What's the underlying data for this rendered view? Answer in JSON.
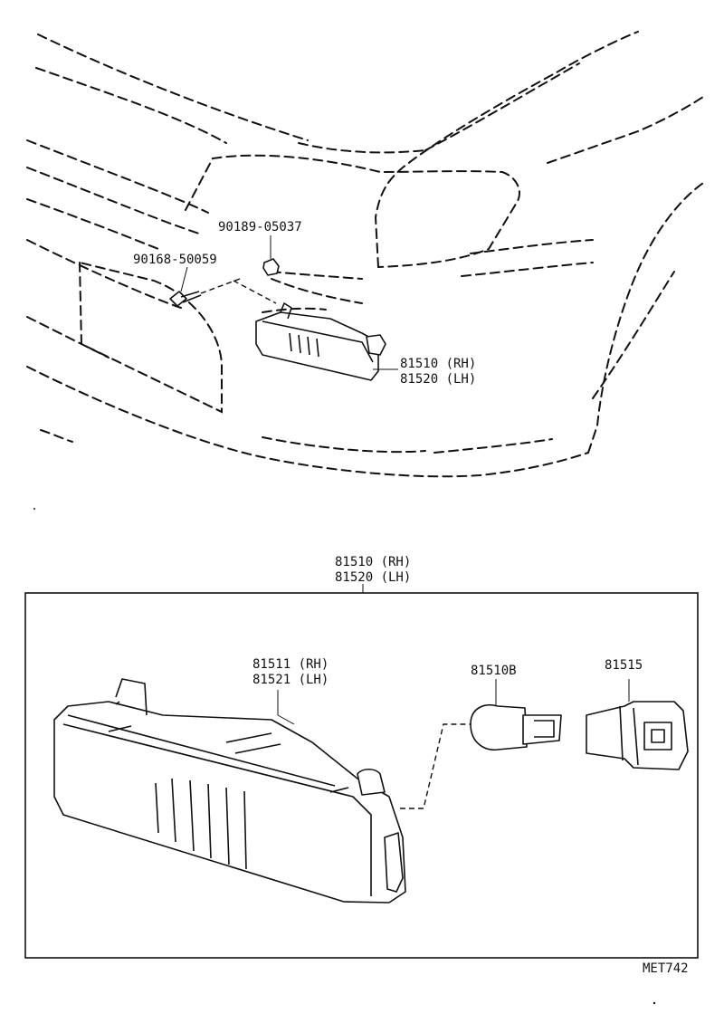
{
  "upper": {
    "bolt_part": "90168-50059",
    "nut_part": "90189-05037",
    "lamp_rh": "81510 (RH)",
    "lamp_lh": "81520 (LH)"
  },
  "lower": {
    "assembly_rh": "81510 (RH)",
    "assembly_lh": "81520 (LH)",
    "lens_rh": "81511 (RH)",
    "lens_lh": "81521 (LH)",
    "bulb_part": "81510B",
    "socket_part": "81515"
  },
  "drawing_code": "MET742"
}
